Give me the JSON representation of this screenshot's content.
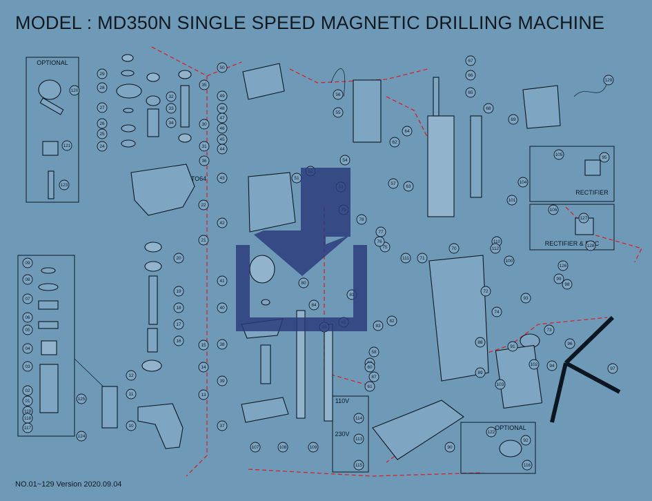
{
  "title": "MODEL : MD350N SINGLE SPEED MAGNETIC DRILLING MACHINE",
  "footer": "NO.01~129  Version 2020.09.04",
  "box_labels": {
    "optional_top": "OPTIONAL",
    "optional_bottom": "OPTIONAL",
    "rectifier": "RECTIFIER",
    "rectifier_emc": "RECTIFIER & EMC",
    "v110": "110V",
    "v230": "230V",
    "to64": "TO64"
  },
  "callouts": [
    "120",
    "121",
    "123",
    "29",
    "28",
    "27",
    "26",
    "25",
    "24",
    "30",
    "31",
    "32",
    "33",
    "34",
    "35",
    "36",
    "22",
    "21",
    "20",
    "19",
    "18",
    "17",
    "16",
    "15",
    "14",
    "13",
    "12",
    "11",
    "10",
    "09",
    "08",
    "07",
    "06",
    "05",
    "04",
    "03",
    "02",
    "01",
    "119",
    "118",
    "117",
    "125",
    "124",
    "50",
    "49",
    "48",
    "47",
    "46",
    "45",
    "44",
    "43",
    "42",
    "41",
    "40",
    "39",
    "38",
    "37",
    "51",
    "52",
    "53",
    "54",
    "55",
    "56",
    "57",
    "58",
    "59",
    "60",
    "61",
    "62",
    "63",
    "64",
    "65",
    "66",
    "67",
    "68",
    "69",
    "70",
    "71",
    "72",
    "73",
    "74",
    "75",
    "76",
    "77",
    "78",
    "79",
    "80",
    "81",
    "82",
    "83",
    "84",
    "85",
    "86",
    "87",
    "88",
    "89",
    "90",
    "91",
    "92",
    "93",
    "94",
    "95",
    "96",
    "97",
    "98",
    "99",
    "100",
    "101",
    "102",
    "103",
    "104",
    "105",
    "106",
    "107",
    "108",
    "109",
    "110",
    "111",
    "112",
    "113",
    "114",
    "115",
    "116",
    "122",
    "126",
    "127",
    "128",
    "129"
  ],
  "overlay": {
    "icon": "download-icon",
    "color": "#2a3a7a"
  }
}
